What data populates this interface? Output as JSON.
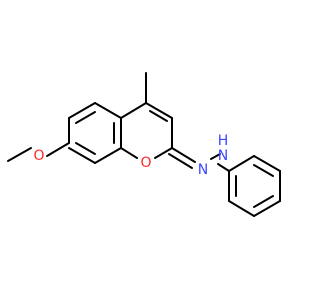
{
  "colors": {
    "bond": "#000000",
    "oxygen": "#ff2a2a",
    "nitrogen": "#3a46ff"
  },
  "labels": {
    "ring_oxygen": "O",
    "methoxy_oxygen": "O",
    "hydrazone_n": "N",
    "hydrazone_nh": "N",
    "hydrazone_h": "H"
  }
}
